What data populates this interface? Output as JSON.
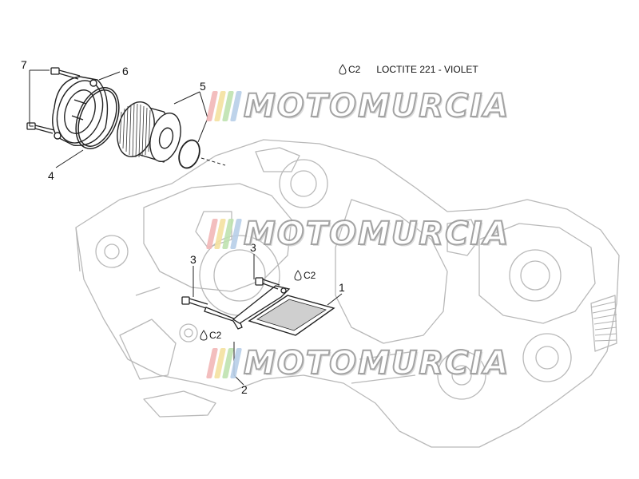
{
  "legend": {
    "symbol": "C2",
    "text": "LOCTITE 221 - VIOLET"
  },
  "callouts": [
    "1",
    "2",
    "3",
    "3",
    "4",
    "5",
    "6",
    "7"
  ],
  "sealant_markers": [
    "C2",
    "C2"
  ],
  "watermark": {
    "text": "MOTOMURCIA",
    "stripe_colors": [
      "#f2b8b8",
      "#f5e2a0",
      "#bfe3b0",
      "#b8cfe8"
    ],
    "outline_color": "#9a9a9a"
  },
  "colors": {
    "drawing_line": "#222222",
    "engine_line": "#b5b5b5"
  }
}
